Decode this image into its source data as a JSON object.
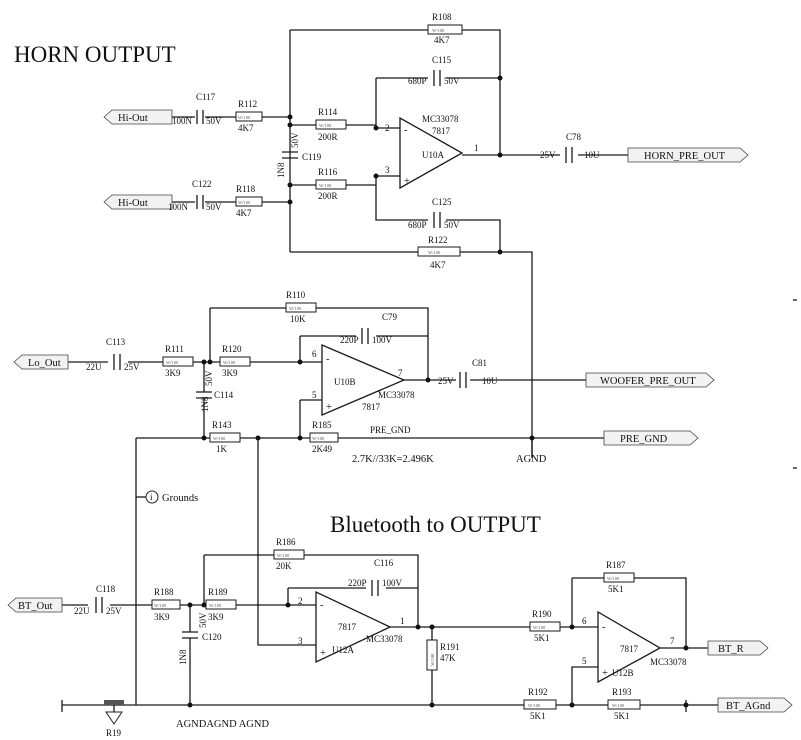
{
  "sections": {
    "horn_title": "HORN OUTPUT",
    "bt_title": "Bluetooth to OUTPUT"
  },
  "ports": {
    "hi_out_1": "Hi-Out",
    "hi_out_2": "Hi-Out",
    "lo_out": "Lo_Out",
    "bt_out": "BT_Out",
    "horn_pre_out": "HORN_PRE_OUT",
    "woofer_pre_out": "WOOFER_PRE_OUT",
    "pre_gnd": "PRE_GND",
    "bt_r": "BT_R",
    "bt_agnd": "BT_AGnd"
  },
  "resistors": {
    "R108": {
      "ref": "R108",
      "val": "4K7",
      "body": "W/100"
    },
    "R112": {
      "ref": "R112",
      "val": "4K7",
      "body": "W/100"
    },
    "R114": {
      "ref": "R114",
      "val": "200R",
      "body": "W/100"
    },
    "R116": {
      "ref": "R116",
      "val": "200R",
      "body": "W/100"
    },
    "R118": {
      "ref": "R118",
      "val": "4K7",
      "body": "W/100"
    },
    "R122": {
      "ref": "R122",
      "val": "4K7",
      "body": "W/100"
    },
    "R110": {
      "ref": "R110",
      "val": "10K",
      "body": "W/100"
    },
    "R111": {
      "ref": "R111",
      "val": "3K9",
      "body": "W/100"
    },
    "R120": {
      "ref": "R120",
      "val": "3K9",
      "body": "W/100"
    },
    "R143": {
      "ref": "R143",
      "val": "1K",
      "body": "W/100"
    },
    "R185": {
      "ref": "R185",
      "val": "2K49",
      "body": "W/100"
    },
    "R186": {
      "ref": "R186",
      "val": "20K",
      "body": "W/100"
    },
    "R188": {
      "ref": "R188",
      "val": "3K9",
      "body": "W/100"
    },
    "R189": {
      "ref": "R189",
      "val": "3K9",
      "body": "W/100"
    },
    "R191": {
      "ref": "R191",
      "val": "47K",
      "body": "W/100"
    },
    "R190": {
      "ref": "R190",
      "val": "5K1",
      "body": "W/100"
    },
    "R187": {
      "ref": "R187",
      "val": "5K1",
      "body": "W/100"
    },
    "R192": {
      "ref": "R192",
      "val": "5K1",
      "body": "W/100"
    },
    "R193": {
      "ref": "R193",
      "val": "5K1",
      "body": "W/100"
    },
    "R19": {
      "ref": "R19"
    }
  },
  "capacitors": {
    "C117": {
      "ref": "C117",
      "val": "100N",
      "v": "50V"
    },
    "C122": {
      "ref": "C122",
      "val": "100N",
      "v": "50V"
    },
    "C119": {
      "ref": "C119",
      "val": "1N8",
      "v": "50V"
    },
    "C115": {
      "ref": "C115",
      "val": "680P",
      "v": "50V"
    },
    "C125": {
      "ref": "C125",
      "val": "680P",
      "v": "50V"
    },
    "C78": {
      "ref": "C78",
      "val": "10U",
      "v": "25V"
    },
    "C113": {
      "ref": "C113",
      "val": "22U",
      "v": "25V"
    },
    "C114": {
      "ref": "C114",
      "val": "1N8",
      "v": "50V"
    },
    "C79": {
      "ref": "C79",
      "val": "220P",
      "v": "100V"
    },
    "C81": {
      "ref": "C81",
      "val": "10U",
      "v": "25V"
    },
    "C118": {
      "ref": "C118",
      "val": "22U",
      "v": "25V"
    },
    "C120": {
      "ref": "C120",
      "val": "1N8",
      "v": "50V"
    },
    "C116": {
      "ref": "C116",
      "val": "220P",
      "v": "100V"
    }
  },
  "opamps": {
    "U10A": {
      "ref": "U10A",
      "part": "MC33078",
      "code": "7817"
    },
    "U10B": {
      "ref": "U10B",
      "part": "MC33078",
      "code": "7817"
    },
    "U12A": {
      "ref": "U12A",
      "part": "MC33078",
      "code": "7817"
    },
    "U12B": {
      "ref": "U12B",
      "part": "MC33078",
      "code": "7817"
    }
  },
  "pins": {
    "p1": "1",
    "p2": "2",
    "p3": "3",
    "p5": "5",
    "p6": "6",
    "p7": "7",
    "plus": "+",
    "minus": "-"
  },
  "notes": {
    "pre_gnd_net": "PRE_GND",
    "formula": "2.7K//33K=2.496K",
    "agnd": "AGND",
    "grounds": "Grounds",
    "grounds_icon": "i",
    "agnd_row": "AGNDAGND AGND"
  }
}
